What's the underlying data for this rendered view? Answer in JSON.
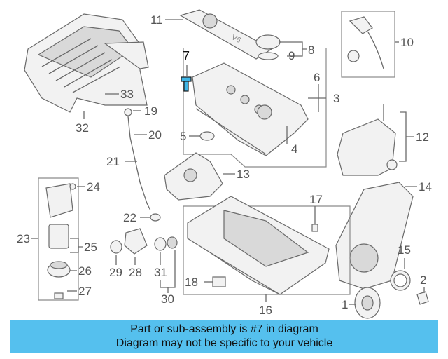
{
  "diagram": {
    "callouts": [
      "1",
      "2",
      "3",
      "4",
      "5",
      "6",
      "7",
      "8",
      "9",
      "10",
      "11",
      "12",
      "13",
      "14",
      "15",
      "16",
      "17",
      "18",
      "19",
      "20",
      "21",
      "22",
      "23",
      "24",
      "25",
      "26",
      "27",
      "28",
      "29",
      "30",
      "31",
      "32",
      "33"
    ],
    "highlighted": "7",
    "colors": {
      "highlight": "#3fb6e6",
      "banner": "#55c0ee",
      "line": "#6a6a6a"
    }
  },
  "banner": {
    "line1": "Part or sub-assembly is #7 in diagram",
    "line2": "Diagram may not be specific to your vehicle"
  }
}
